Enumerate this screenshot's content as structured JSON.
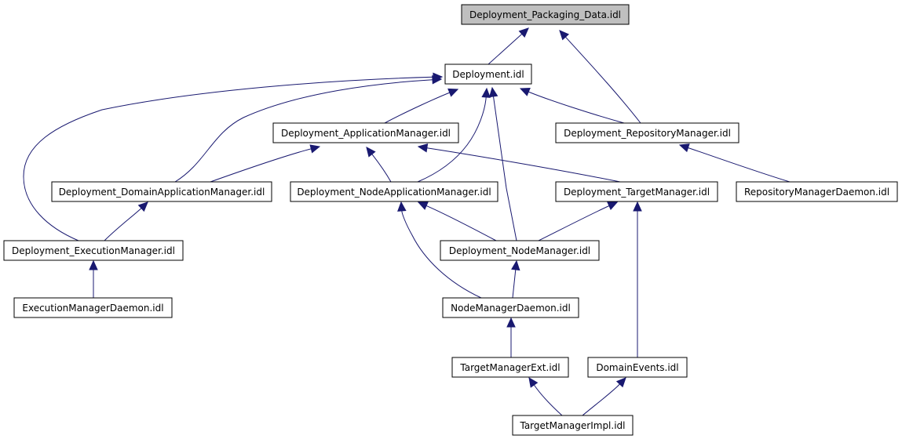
{
  "diagram": {
    "type": "include-dependency-graph",
    "nodes": {
      "packaging_data": "Deployment_Packaging_Data.idl",
      "deployment": "Deployment.idl",
      "application_manager": "Deployment_ApplicationManager.idl",
      "repository_manager": "Deployment_RepositoryManager.idl",
      "domain_application_manager": "Deployment_DomainApplicationManager.idl",
      "node_application_manager": "Deployment_NodeApplicationManager.idl",
      "target_manager": "Deployment_TargetManager.idl",
      "repository_manager_daemon": "RepositoryManagerDaemon.idl",
      "execution_manager": "Deployment_ExecutionManager.idl",
      "node_manager": "Deployment_NodeManager.idl",
      "execution_manager_daemon": "ExecutionManagerDaemon.idl",
      "node_manager_daemon": "NodeManagerDaemon.idl",
      "target_manager_ext": "TargetManagerExt.idl",
      "domain_events": "DomainEvents.idl",
      "target_manager_impl": "TargetManagerImpl.idl"
    },
    "edges": [
      {
        "from": "deployment",
        "to": "packaging_data"
      },
      {
        "from": "repository_manager",
        "to": "packaging_data"
      },
      {
        "from": "application_manager",
        "to": "deployment"
      },
      {
        "from": "domain_application_manager",
        "to": "deployment"
      },
      {
        "from": "execution_manager",
        "to": "deployment"
      },
      {
        "from": "node_application_manager",
        "to": "deployment"
      },
      {
        "from": "node_manager",
        "to": "deployment"
      },
      {
        "from": "repository_manager",
        "to": "deployment"
      },
      {
        "from": "domain_application_manager",
        "to": "application_manager"
      },
      {
        "from": "node_application_manager",
        "to": "application_manager"
      },
      {
        "from": "target_manager",
        "to": "application_manager"
      },
      {
        "from": "repository_manager_daemon",
        "to": "repository_manager"
      },
      {
        "from": "execution_manager",
        "to": "domain_application_manager"
      },
      {
        "from": "node_manager",
        "to": "node_application_manager"
      },
      {
        "from": "node_manager_daemon",
        "to": "node_application_manager"
      },
      {
        "from": "node_manager",
        "to": "target_manager"
      },
      {
        "from": "domain_events",
        "to": "target_manager"
      },
      {
        "from": "execution_manager_daemon",
        "to": "execution_manager"
      },
      {
        "from": "node_manager_daemon",
        "to": "node_manager"
      },
      {
        "from": "target_manager_ext",
        "to": "node_manager_daemon"
      },
      {
        "from": "target_manager_impl",
        "to": "target_manager_ext"
      },
      {
        "from": "target_manager_impl",
        "to": "domain_events"
      }
    ],
    "colors": {
      "edge": "#191970",
      "root_fill": "#bfbfbf",
      "node_fill": "#ffffff",
      "node_stroke": "#000000"
    }
  }
}
